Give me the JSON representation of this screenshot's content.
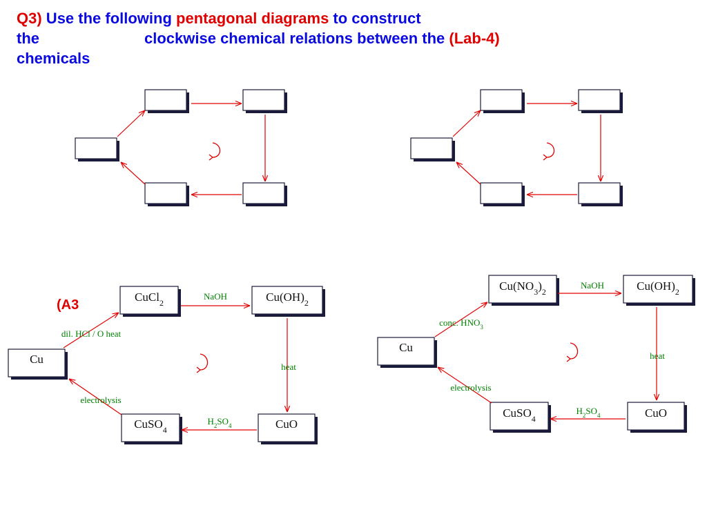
{
  "title": {
    "q_number": "Q3)",
    "part1": " Use the following ",
    "highlight1": "pentagonal diagrams",
    "part2": " to construct",
    "line2a": "the",
    "line2b": "clockwise chemical relations between the ",
    "highlight2": "(Lab-4)",
    "line3": "chemicals"
  },
  "diagrams": {
    "bottom_left": {
      "note": "(A3",
      "nodes": {
        "left": "Cu",
        "top_left": "CuCl|2",
        "top_right": "Cu(OH)|2",
        "bottom_right": "CuO",
        "bottom_left": "CuSO|4"
      },
      "conditions": {
        "left_to_top": "dil. HCl / O heat",
        "top": "NaOH",
        "right": "heat",
        "bottom": "H|2|SO|4",
        "bottom_to_left": "electrolysis"
      }
    },
    "bottom_right": {
      "nodes": {
        "left": "Cu",
        "top_left": "Cu(NO|3|)|2",
        "top_right": "Cu(OH)|2",
        "bottom_right": "CuO",
        "bottom_left": "CuSO|4"
      },
      "conditions": {
        "left_to_top": "conc. HNO|3",
        "top": "NaOH",
        "right": "heat",
        "bottom": "H|2|SO|4",
        "bottom_to_left": "electrolysis"
      }
    }
  },
  "colors": {
    "title": "#0a0ae0",
    "highlight": "#e00000",
    "arrow": "#e00000",
    "condition_text": "#008000",
    "box_border": "#1a1a3a"
  }
}
